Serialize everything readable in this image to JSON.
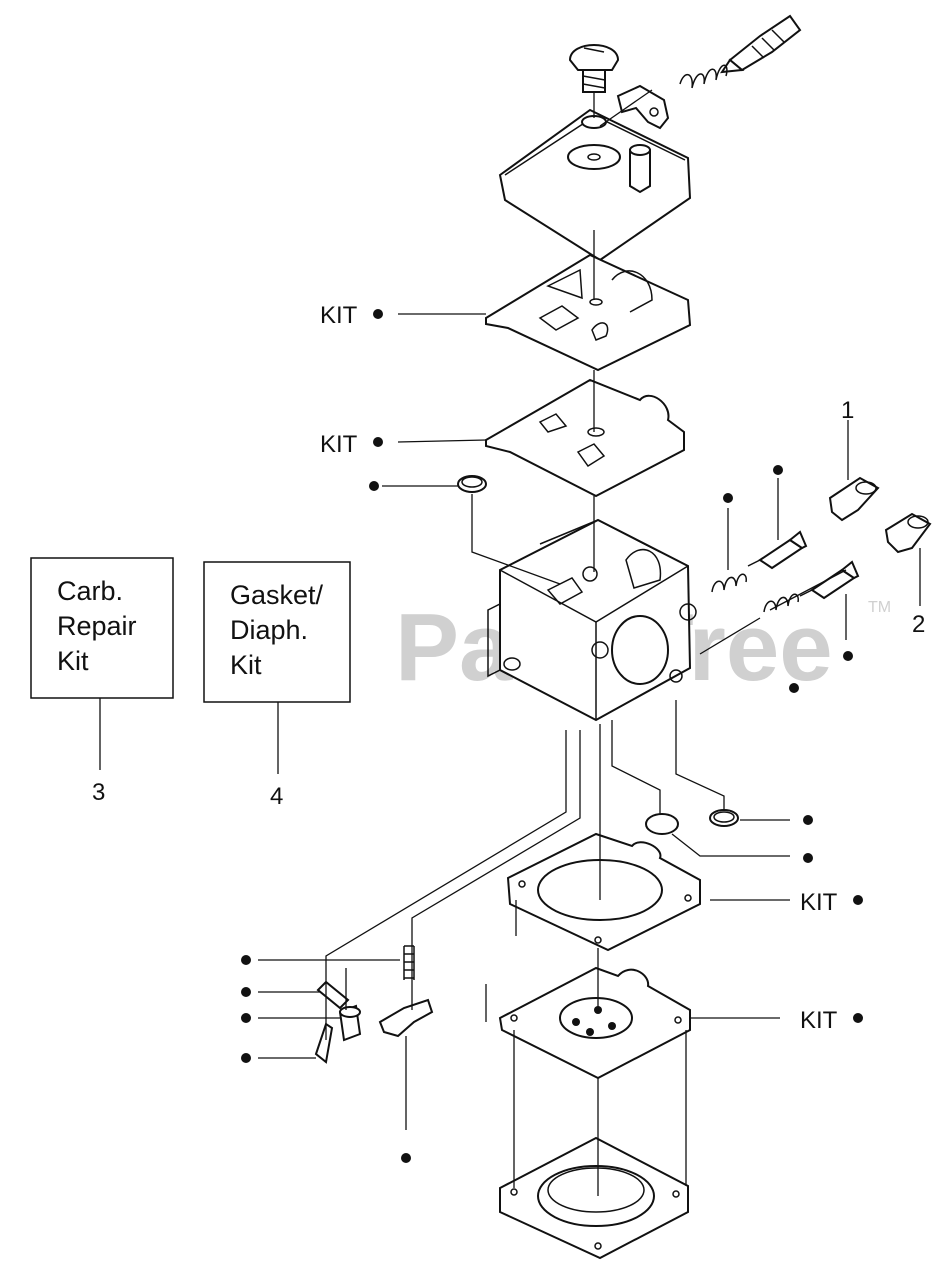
{
  "watermark": {
    "text": "PartsTree",
    "tm": "TM"
  },
  "kit_labels": [
    "KIT",
    "KIT",
    "KIT",
    "KIT"
  ],
  "callouts": {
    "c1": "1",
    "c2": "2",
    "c3": "3",
    "c4": "4"
  },
  "boxes": {
    "carb_repair": [
      "Carb.",
      "Repair",
      "Kit"
    ],
    "gasket_diaph": [
      "Gasket/",
      "Diaph.",
      "Kit"
    ]
  },
  "colors": {
    "line": "#111111",
    "watermark": "#d0d0d0",
    "background": "#ffffff"
  }
}
